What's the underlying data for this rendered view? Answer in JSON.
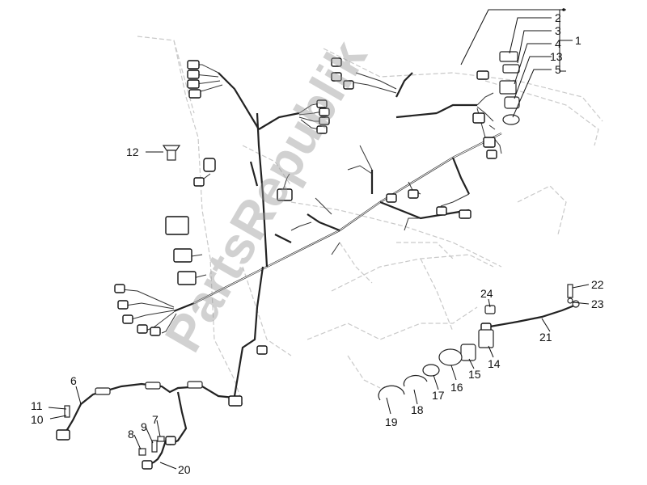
{
  "watermark": "PartsRepublik",
  "callouts": {
    "c1": "1",
    "c2": "2",
    "c3": "3",
    "c4": "4",
    "c5": "5",
    "c6": "6",
    "c7": "7",
    "c8": "8",
    "c9": "9",
    "c10": "10",
    "c11": "11",
    "c12": "12",
    "c13": "13",
    "c14": "14",
    "c15": "15",
    "c16": "16",
    "c17": "17",
    "c18": "18",
    "c19": "19",
    "c20": "20",
    "c21": "21",
    "c22": "22",
    "c23": "23",
    "c24": "24"
  },
  "colors": {
    "ink": "#111111",
    "frame": "#c9c9c9",
    "watermark": "#9a9a9a"
  }
}
